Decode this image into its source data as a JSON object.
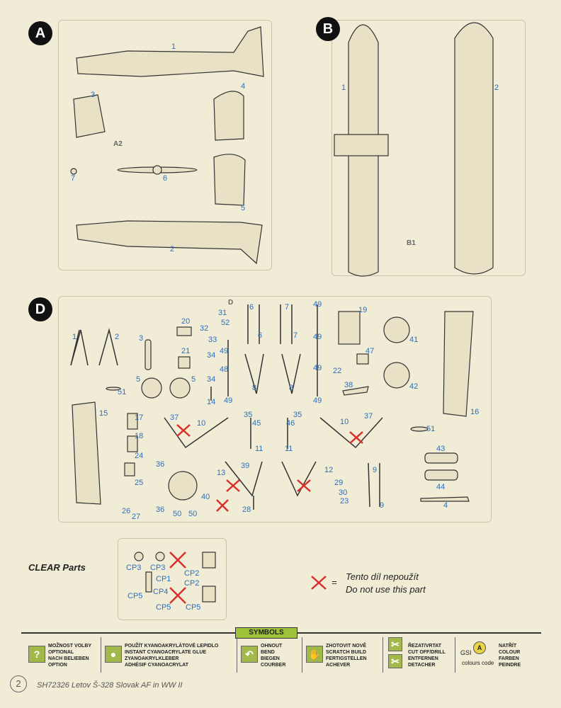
{
  "sections": {
    "a": "A",
    "b": "B",
    "d": "D"
  },
  "sprue_labels": {
    "a2": "A2",
    "b1": "B1",
    "d_top": "D"
  },
  "a_parts": [
    "1",
    "2",
    "3",
    "4",
    "5",
    "6",
    "7"
  ],
  "b_parts": [
    "1",
    "2"
  ],
  "d_parts": {
    "p1": "1",
    "p2": "2",
    "p3": "3",
    "p4": "4",
    "p5a": "5",
    "p5b": "5",
    "p6a": "6",
    "p6b": "6",
    "p7a": "7",
    "p7b": "7",
    "p8a": "8",
    "p8b": "8",
    "p9a": "9",
    "p9b": "9",
    "p10a": "10",
    "p10b": "10",
    "p11a": "11",
    "p11b": "11",
    "p12": "12",
    "p13": "13",
    "p14": "14",
    "p15": "15",
    "p16": "16",
    "p17": "17",
    "p18": "18",
    "p19": "19",
    "p20": "20",
    "p21": "21",
    "p22": "22",
    "p23": "23",
    "p24": "24",
    "p25": "25",
    "p26": "26",
    "p27": "27",
    "p28": "28",
    "p29": "29",
    "p30": "30",
    "p31": "31",
    "p32": "32",
    "p33": "33",
    "p34a": "34",
    "p34b": "34",
    "p35a": "35",
    "p35b": "35",
    "p36a": "36",
    "p36b": "36",
    "p37a": "37",
    "p37b": "37",
    "p38": "38",
    "p39": "39",
    "p40": "40",
    "p41": "41",
    "p42": "42",
    "p43": "43",
    "p44": "44",
    "p45": "45",
    "p46": "46",
    "p47": "47",
    "p48": "48",
    "p49a": "49",
    "p49b": "49",
    "p49c": "49",
    "p49d": "49",
    "p49e": "49",
    "p49f": "49",
    "p50a": "50",
    "p50b": "50",
    "p51a": "51",
    "p51b": "51",
    "p52": "52"
  },
  "clear": {
    "title": "CLEAR Parts",
    "labels": {
      "cp3a": "CP3",
      "cp3b": "CP3",
      "cp1": "CP1",
      "cp2a": "CP2",
      "cp2b": "CP2",
      "cp4": "CP4",
      "cp5a": "CP5",
      "cp5b": "CP5",
      "cp5c": "CP5"
    }
  },
  "note": {
    "cz": "Tento díl nepoužít",
    "en": "Do not use this part",
    "eq": "="
  },
  "symbols": {
    "title": "SYMBOLS",
    "option": [
      "MOŽNOST VOLBY",
      "OPTIONAL",
      "NACH BELIEBEN",
      "OPTION"
    ],
    "glue": [
      "POUŽÍT KYANOAKRYLÁTOVÉ LEPIDLO",
      "INSTANT CYANOACRYLATE GLUE",
      "ZYANOAKRYLKLEBER",
      "ADHÉSIF CYANOACRYLAT"
    ],
    "bend": [
      "OHNOUT",
      "BEND",
      "BIEGEN",
      "COURBER"
    ],
    "scratch": [
      "ZHOTOVIT NOVĚ",
      "SCRATCH BUILD",
      "FERTIGSTELLEN",
      "ACHEVER"
    ],
    "cut": [
      "ŘEZAT/VRTAT",
      "CUT OFF/DRILL",
      "ENTFERNEN",
      "DETACHER"
    ],
    "gsi": "GSI",
    "colours_code": "colours code",
    "colour": [
      "NATŘÍT",
      "COLOUR",
      "FARBEN",
      "PEINDRE"
    ]
  },
  "footer": {
    "page": "2",
    "title": "SH72326 Letov Š-328 Slovak AF in WW II"
  }
}
